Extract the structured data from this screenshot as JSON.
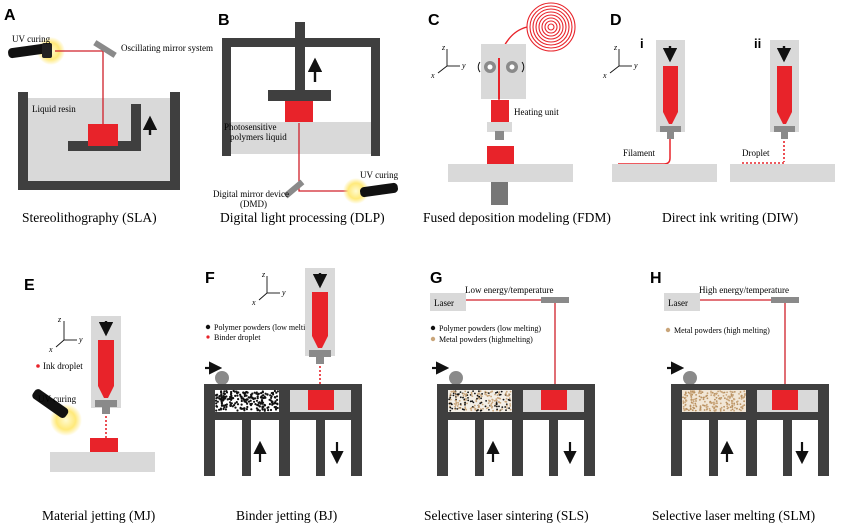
{
  "colors": {
    "red": "#e8232a",
    "dark": "#3f3f3f",
    "light": "#d9d9d9",
    "grey": "#8a8a8a",
    "beam": "#d0202a",
    "powder": "#c9a57a"
  },
  "panels": [
    {
      "letter": "A",
      "caption": "Stereolithography (SLA)",
      "labels": {
        "uv": "UV curing",
        "mirror": "Oscillating mirror system",
        "resin": "Liquid resin"
      }
    },
    {
      "letter": "B",
      "caption": "Digital light processing (DLP)",
      "labels": {
        "photo1": "Photosensitive",
        "photo2": "polymers liquid",
        "dmd1": "Digital mirror device",
        "dmd2": "(DMD)",
        "uv": "UV curing"
      }
    },
    {
      "letter": "C",
      "caption": "Fused deposition modeling (FDM)",
      "labels": {
        "heat": "Heating unit",
        "z": "z",
        "y": "y",
        "x": "x"
      }
    },
    {
      "letter": "D",
      "caption": "Direct ink writing (DIW)",
      "labels": {
        "i": "i",
        "ii": "ii",
        "filament": "Filament",
        "droplet": "Droplet",
        "z": "z",
        "y": "y",
        "x": "x"
      }
    },
    {
      "letter": "E",
      "caption": "Material jetting (MJ)",
      "labels": {
        "ink": "Ink droplet",
        "uv": "UV curing",
        "z": "z",
        "y": "y",
        "x": "x"
      }
    },
    {
      "letter": "F",
      "caption": "Binder jetting (BJ)",
      "labels": {
        "poly": "Polymer powders (low melting)",
        "binder": "Binder droplet",
        "z": "z",
        "y": "y",
        "x": "x"
      }
    },
    {
      "letter": "G",
      "caption": "Selective laser sintering (SLS)",
      "labels": {
        "laser": "Laser",
        "energy": "Low energy/temperature",
        "poly": "Polymer powders (low melting)",
        "metal": "Metal powders (highmelting)"
      }
    },
    {
      "letter": "H",
      "caption": "Selective laser melting (SLM)",
      "labels": {
        "laser": "Laser",
        "energy": "High energy/temperature",
        "metal": "Metal powders (high melting)"
      }
    }
  ]
}
